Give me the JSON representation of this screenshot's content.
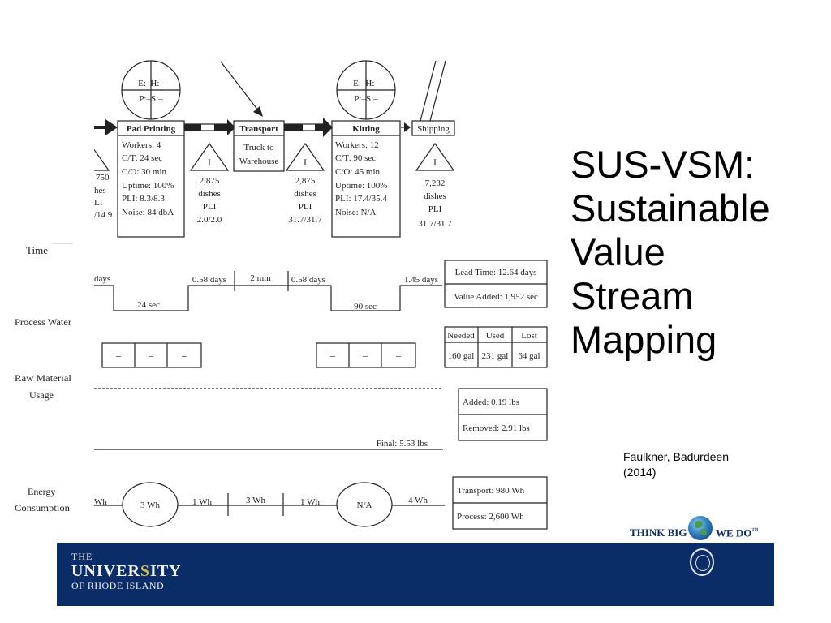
{
  "slide": {
    "title_lines": [
      "SUS-VSM:",
      "Sustainable",
      "Value",
      "Stream",
      "Mapping"
    ],
    "citation_lines": [
      "Faulkner, Badurdeen",
      "(2014)"
    ]
  },
  "diagram": {
    "row_labels": {
      "time": "Time",
      "process_water": "Process Water",
      "raw_material_1": "Raw Material",
      "raw_material_2": "Usage",
      "energy_1": "Energy",
      "energy_2": "Consumption"
    },
    "worker_icons": {
      "left": {
        "top": "E:–H:–",
        "bottom": "P:–S:–"
      },
      "right": {
        "top": "E:–H:–",
        "bottom": "P:–S:–"
      }
    },
    "processes": {
      "pad_printing": {
        "title": "Pad Printing",
        "lines": [
          "Workers: 4",
          "C/T: 24 sec",
          "C/O: 30 min",
          "Uptime: 100%",
          "PLI: 8.3/8.3",
          "Noise: 84 dbA"
        ]
      },
      "transport": {
        "title": "Transport",
        "lines": [
          "Truck to",
          "Warehouse"
        ]
      },
      "kitting": {
        "title": "Kitting",
        "lines": [
          "Workers: 12",
          "C/T: 90 sec",
          "C/O: 45 min",
          "Uptime: 100%",
          "PLI: 17.4/35.4",
          "Noise: N/A"
        ]
      },
      "shipping": {
        "title": "Shipping"
      }
    },
    "inventory": {
      "symbol": "I",
      "left_partial": [
        "750",
        "hes",
        "LI",
        "/14.9"
      ],
      "inv1": [
        "2,875",
        "dishes",
        "PLI",
        "2.0/2.0"
      ],
      "inv2": [
        "2,875",
        "dishes",
        "PLI",
        "31.7/31.7"
      ],
      "inv3": [
        "7,232",
        "dishes",
        "PLI",
        "31.7/31.7"
      ]
    },
    "timeline": {
      "days_left": "days",
      "sec1": "24 sec",
      "days_mid1": "0.58 days",
      "min_mid": "2 min",
      "days_mid2": "0.58 days",
      "sec2": "90 sec",
      "days_right": "1.45 days",
      "lead_time": "Lead Time: 12.64 days",
      "value_added": "Value Added: 1,952 sec"
    },
    "water": {
      "dash": "–",
      "headers": [
        "Needed",
        "Used",
        "Lost"
      ],
      "values": [
        "160 gal",
        "231 gal",
        "64 gal"
      ]
    },
    "material": {
      "final": "Final: 5.53 lbs",
      "added": "Added: 0.19 lbs",
      "removed": "Removed: 2.91 lbs"
    },
    "energy": {
      "wh_left": "Wh",
      "circle1": "3 Wh",
      "wh1": "1 Wh",
      "wh_mid": "3 Wh",
      "wh2": "1 Wh",
      "circle2": "N/A",
      "wh3": "4 Wh",
      "transport": "Transport: 980 Wh",
      "process": "Process: 2,600 Wh"
    }
  },
  "footer": {
    "logo_line1": "THE",
    "logo_line2a": "UNIVER",
    "logo_line2b": "S",
    "logo_line2c": "ITY",
    "logo_line3": "OF RHODE ISLAND",
    "tagline_1": "THINK BIG",
    "tagline_2": "WE DO",
    "tagline_tm": "™"
  }
}
